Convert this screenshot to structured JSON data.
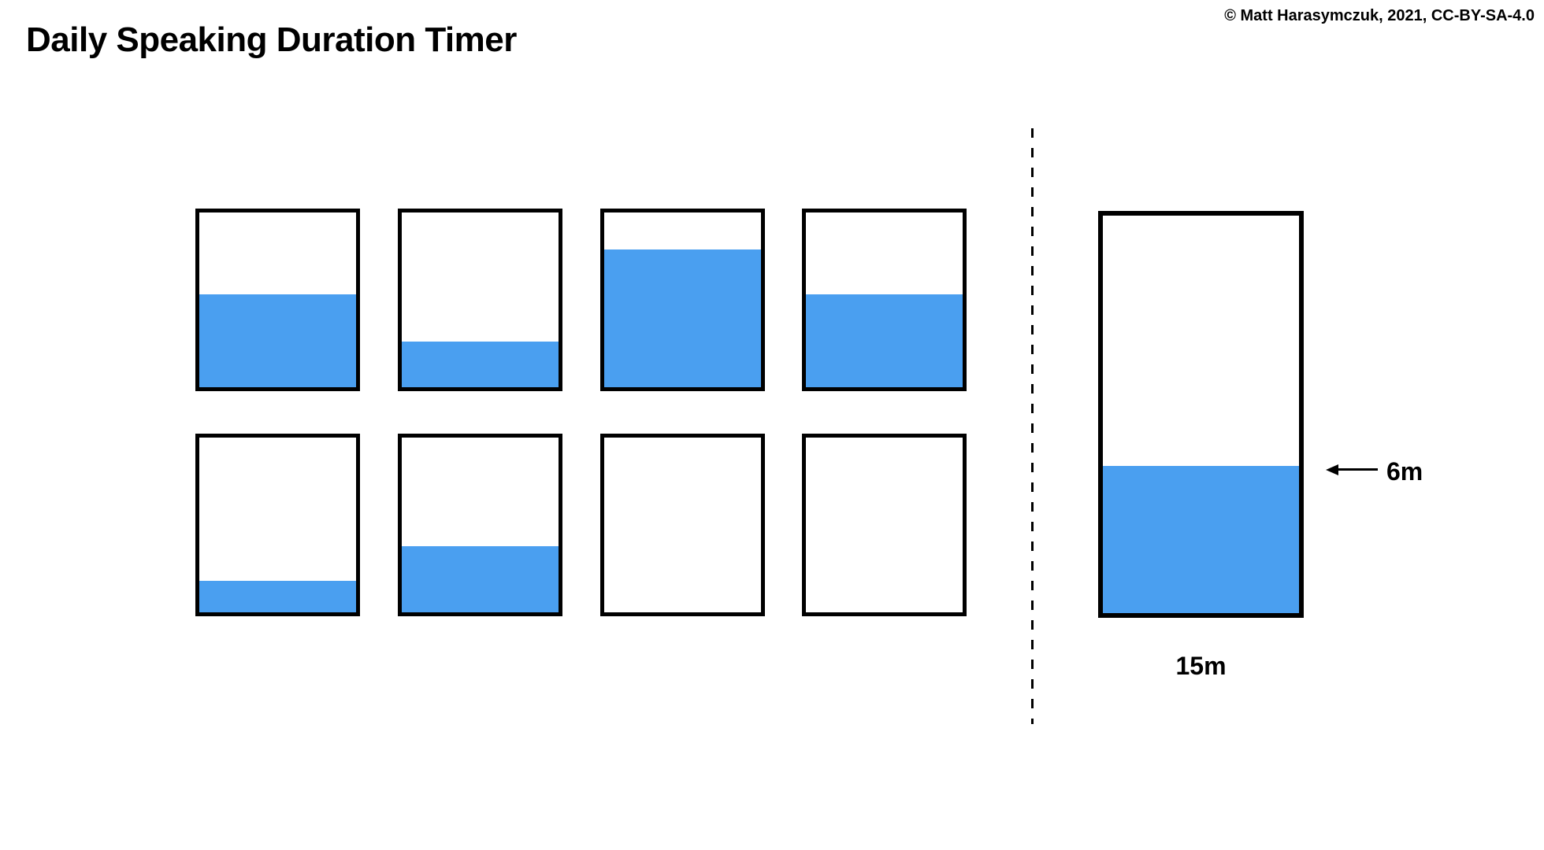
{
  "page": {
    "title": "Daily Speaking Duration Timer",
    "attribution": "© Matt Harasymczuk, 2021, CC-BY-SA-4.0"
  },
  "colors": {
    "tank_fill_blue": "#4a9ff0",
    "tank_stroke_black": "#000000",
    "background_white": "#ffffff"
  },
  "daily_tanks": {
    "rows": 2,
    "columns": 4,
    "items": [
      {
        "fill_percent": 53
      },
      {
        "fill_percent": 26
      },
      {
        "fill_percent": 79
      },
      {
        "fill_percent": 53
      },
      {
        "fill_percent": 18
      },
      {
        "fill_percent": 38
      },
      {
        "fill_percent": 0
      },
      {
        "fill_percent": 0
      }
    ]
  },
  "summary_tank": {
    "fill_percent": 37,
    "current_label": "6m",
    "capacity_label": "15m"
  }
}
